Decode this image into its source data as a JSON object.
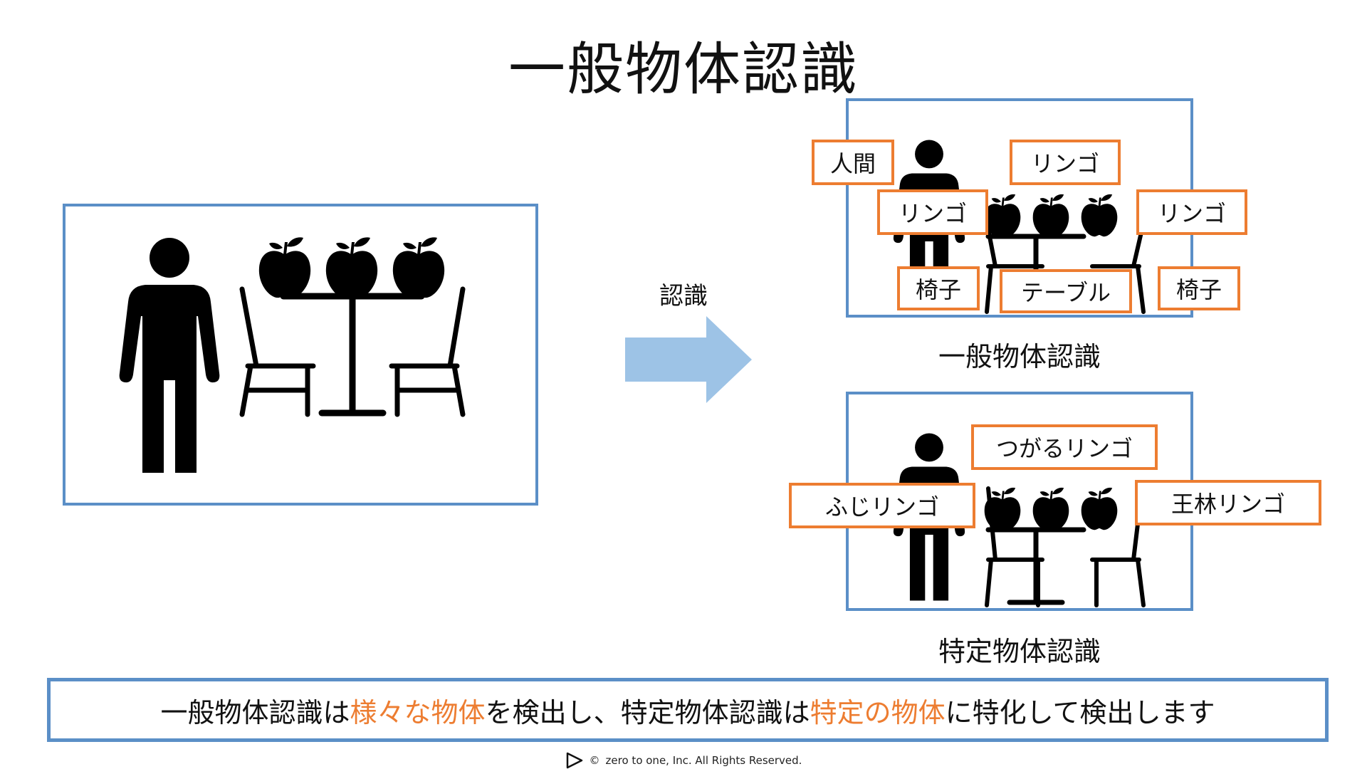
{
  "title": "一般物体認識",
  "arrow": {
    "label": "認識",
    "color": "#9DC3E6"
  },
  "colors": {
    "frame": "#5B8FC7",
    "tag": "#ED7D31",
    "highlight": "#ED7D31",
    "silhouette": "#000000"
  },
  "general": {
    "caption": "一般物体認識",
    "tags": {
      "human": "人間",
      "apple_top": "リンゴ",
      "apple_left": "リンゴ",
      "apple_right": "リンゴ",
      "chair_left": "椅子",
      "table": "テーブル",
      "chair_right": "椅子"
    }
  },
  "specific": {
    "caption": "特定物体認識",
    "tags": {
      "tsugaru": "つがるリンゴ",
      "fuji": "ふじリンゴ",
      "orin": "王林リンゴ"
    }
  },
  "summary": {
    "p1": "一般物体認識は",
    "h1": "様々な物体",
    "p2": "を検出し、特定物体認識は",
    "h2": "特定の物体",
    "p3": "に特化して検出します"
  },
  "footer": {
    "copyright_symbol": "©",
    "text": "zero to one, Inc. All Rights Reserved."
  }
}
